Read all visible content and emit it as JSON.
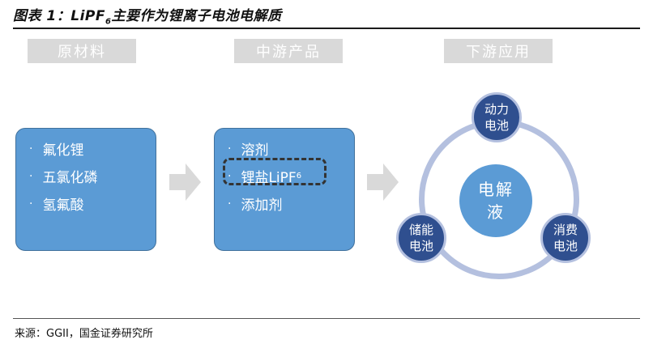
{
  "figure": {
    "title_prefix": "图表 1：LiPF",
    "title_sub": "6",
    "title_suffix": "主要作为锂离子电池电解质"
  },
  "stages": [
    {
      "label": "原材料"
    },
    {
      "label": "中游产品"
    },
    {
      "label": "下游应用"
    }
  ],
  "raw_materials": {
    "bullet": "·",
    "items": [
      "氟化锂",
      "五氯化磷",
      "氢氟酸"
    ]
  },
  "midstream": {
    "bullet": "·",
    "item1": "溶剂",
    "item2_prefix": "锂盐LiPF",
    "item2_sub": "6",
    "item3": "添加剂"
  },
  "downstream": {
    "center_line1": "电解",
    "center_line2": "液",
    "top_line1": "动力",
    "top_line2": "电池",
    "left_line1": "储能",
    "left_line2": "电池",
    "right_line1": "消费",
    "right_line2": "电池"
  },
  "colors": {
    "panel": "#5b9bd5",
    "panel_border": "#41719c",
    "stage_tag": "#d9d9d9",
    "arrow": "#d9d9d9",
    "ring": "#b4c0df",
    "node_dark": "#2f4f8f"
  },
  "source": "来源：GGII，国金证券研究所"
}
